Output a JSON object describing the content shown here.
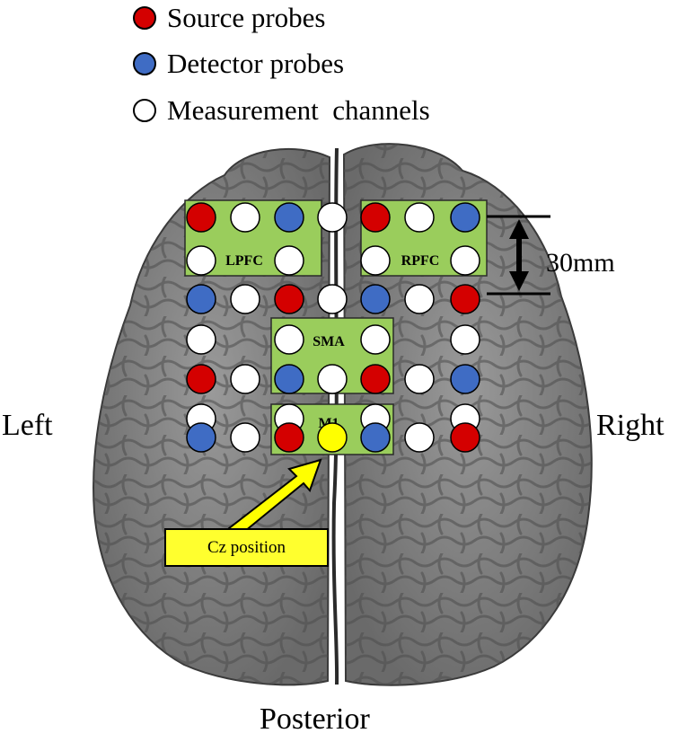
{
  "legend": [
    {
      "name": "source",
      "label": "Source probes",
      "color": "#d40000"
    },
    {
      "name": "detector",
      "label": "Detector probes",
      "color": "#3f6cc4"
    },
    {
      "name": "measurement",
      "label": "Measurement  channels",
      "color": "#ffffff"
    }
  ],
  "colors": {
    "source": "#d40000",
    "detector": "#3f6cc4",
    "measurement": "#ffffff",
    "cz": "#ffff00",
    "region_fill": "#9acd5c",
    "brain": "#7a7a7a",
    "brain_dark": "#4a4a4a"
  },
  "regions": {
    "lpfc": "LPFC",
    "rpfc": "RPFC",
    "sma": "SMA",
    "m1": "M1"
  },
  "scale_label": "30mm",
  "left_label": "Left",
  "right_label": "Right",
  "posterior_label": "Posterior",
  "cz_label": "Cz position",
  "probe_rows": [
    [
      "source",
      "measurement",
      "detector",
      "measurement",
      "source",
      "measurement",
      "detector"
    ],
    [
      "measurement",
      "",
      "measurement",
      "",
      "measurement",
      "",
      "measurement"
    ],
    [
      "detector",
      "measurement",
      "source",
      "measurement",
      "detector",
      "measurement",
      "source"
    ],
    [
      "measurement",
      "",
      "measurement",
      "",
      "measurement",
      "",
      "measurement"
    ],
    [
      "source",
      "measurement",
      "detector",
      "measurement",
      "source",
      "measurement",
      "detector"
    ],
    [
      "measurement",
      "",
      "measurement",
      "",
      "measurement",
      "",
      "measurement"
    ],
    [
      "detector",
      "measurement",
      "source",
      "cz",
      "detector",
      "measurement",
      "source"
    ]
  ]
}
